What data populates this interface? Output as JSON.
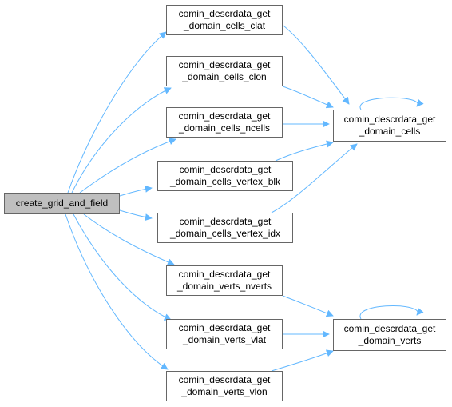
{
  "colors": {
    "edge": "#63b8ff",
    "node_border": "#666666",
    "root_fill": "#bfbfbf",
    "node_fill": "#ffffff"
  },
  "nodes": {
    "root": {
      "line1": "create_grid_and_field"
    },
    "cells_clat": {
      "line1": "comin_descrdata_get",
      "line2": "_domain_cells_clat"
    },
    "cells_clon": {
      "line1": "comin_descrdata_get",
      "line2": "_domain_cells_clon"
    },
    "cells_ncells": {
      "line1": "comin_descrdata_get",
      "line2": "_domain_cells_ncells"
    },
    "cells_vertex_blk": {
      "line1": "comin_descrdata_get",
      "line2": "_domain_cells_vertex_blk"
    },
    "cells_vertex_idx": {
      "line1": "comin_descrdata_get",
      "line2": "_domain_cells_vertex_idx"
    },
    "verts_nverts": {
      "line1": "comin_descrdata_get",
      "line2": "_domain_verts_nverts"
    },
    "verts_vlat": {
      "line1": "comin_descrdata_get",
      "line2": "_domain_verts_vlat"
    },
    "verts_vlon": {
      "line1": "comin_descrdata_get",
      "line2": "_domain_verts_vlon"
    },
    "domain_cells": {
      "line1": "comin_descrdata_get",
      "line2": "_domain_cells"
    },
    "domain_verts": {
      "line1": "comin_descrdata_get",
      "line2": "_domain_verts"
    }
  },
  "edges": [
    {
      "from": "root",
      "to": "cells_clat"
    },
    {
      "from": "root",
      "to": "cells_clon"
    },
    {
      "from": "root",
      "to": "cells_ncells"
    },
    {
      "from": "root",
      "to": "cells_vertex_blk"
    },
    {
      "from": "root",
      "to": "cells_vertex_idx"
    },
    {
      "from": "root",
      "to": "verts_nverts"
    },
    {
      "from": "root",
      "to": "verts_vlat"
    },
    {
      "from": "root",
      "to": "verts_vlon"
    },
    {
      "from": "cells_clat",
      "to": "domain_cells"
    },
    {
      "from": "cells_clon",
      "to": "domain_cells"
    },
    {
      "from": "cells_ncells",
      "to": "domain_cells"
    },
    {
      "from": "cells_vertex_blk",
      "to": "domain_cells"
    },
    {
      "from": "cells_vertex_idx",
      "to": "domain_cells"
    },
    {
      "from": "domain_cells",
      "to": "domain_cells"
    },
    {
      "from": "verts_nverts",
      "to": "domain_verts"
    },
    {
      "from": "verts_vlat",
      "to": "domain_verts"
    },
    {
      "from": "verts_vlon",
      "to": "domain_verts"
    },
    {
      "from": "domain_verts",
      "to": "domain_verts"
    }
  ]
}
